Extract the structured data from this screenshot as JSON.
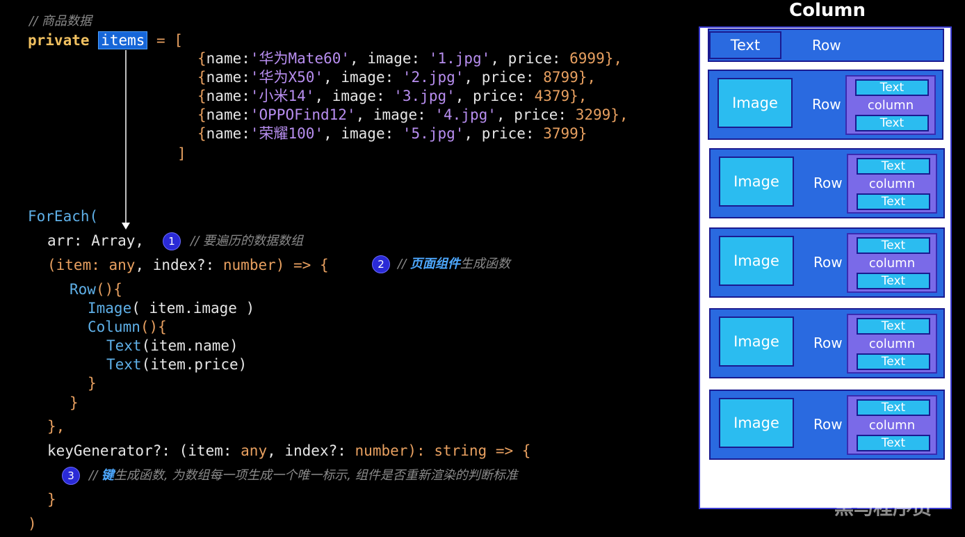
{
  "code": {
    "comment_top": "// 商品数据",
    "private_kw": "private",
    "items_word": "items",
    "assign": " = [",
    "entries": [
      {
        "name": "'华为Mate60'",
        "image": "'1.jpg'",
        "price": "6999",
        "end": "},"
      },
      {
        "name": "'华为X50'",
        "image": "'2.jpg'",
        "price": "8799",
        "end": "},"
      },
      {
        "name": "'小米14'",
        "image": "'3.jpg'",
        "price": "4379",
        "end": "},"
      },
      {
        "name": "'OPPOFind12'",
        "image": "'4.jpg'",
        "price": "3299",
        "end": "},"
      },
      {
        "name": "'荣耀100'",
        "image": "'5.jpg'",
        "price": "3799",
        "end": "}"
      }
    ],
    "close_bracket": "]",
    "foreach": "ForEach(",
    "arr_line": "arr: Array,",
    "badge1": "1",
    "comment1": "// 要遍历的数据数组",
    "item_param": "(item: ",
    "any": "any",
    "index_param": ", index?: ",
    "number": "number",
    "arrow_open": ") => {",
    "badge2": "2",
    "comment2_prefix": "// ",
    "comment2_blue": "页面组件",
    "comment2_rest": "生成函数",
    "row_open": "Row",
    "row_paren": "(){",
    "image_call": "Image",
    "image_args": "( item.image )",
    "column_call": "Column",
    "column_paren": "(){",
    "text_call": "Text",
    "text_name_args": "(item.name)",
    "text_price_args": "(item.price)",
    "brace_close": "}",
    "brace_close_comma": "},",
    "keygen": "keyGenerator?: (item: ",
    "keygen_index": ", index?: ",
    "keygen_ret": "): string => {",
    "badge3": "3",
    "comment3_prefix": "// ",
    "comment3_blue": "键",
    "comment3_rest": "生成函数, 为数组每一项生成一个唯一标示, 组件是否重新渲染的判断标准",
    "paren_close": ")",
    "name_key": "name:",
    "image_key": ", image: ",
    "price_key": ", price: ",
    "open_brace": "{"
  },
  "diagram": {
    "title": "Column",
    "header_text": "Text",
    "header_row": "Row",
    "image_label": "Image",
    "row_label": "Row",
    "text_label": "Text",
    "column_label": "column"
  },
  "watermark": "黑马程序员"
}
